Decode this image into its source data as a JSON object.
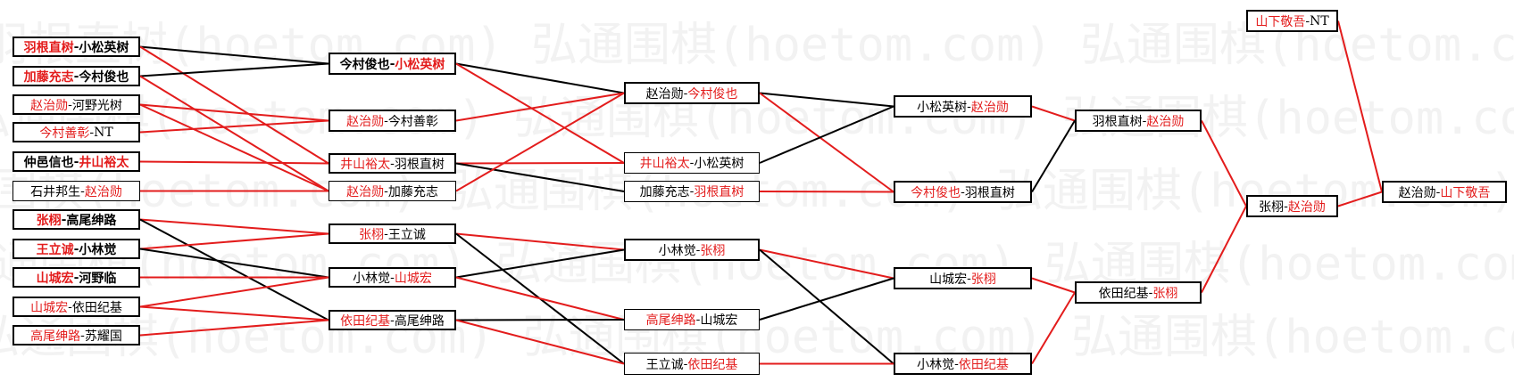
{
  "watermark": {
    "lines": [
      "  羽根直树(hoetom.com) 弘通围棋(hoetom.com) 弘通围棋(hoetom.com)",
      "弘通围棋(hoetom.com) 弘通围棋(hoetom.com) 弘通围棋(hoetom.com) 弘通围棋",
      "  围棋(hoetom.com) 弘通围棋(hoetom.com) 弘通围棋(hoetom.com) 弘通",
      "弘通围棋(hoetom.com) 弘通围棋(hoetom.com) 弘通围棋(hoetom.com) 弘通围棋",
      "  弘通围棋(hoetom.com) 弘通围棋(hoetom.com) 弘通围棋(hoetom.com)"
    ]
  },
  "colors": {
    "winner": "#e31c1c",
    "loser": "#000000",
    "winner_line": "#e31c1c",
    "loser_line": "#000000"
  },
  "rounds": [
    {
      "matches": [
        {
          "id": "r1m1",
          "p1": "羽根直树",
          "p2": "小松英树",
          "winner": 1
        },
        {
          "id": "r1m2",
          "p1": "加藤充志",
          "p2": "今村俊也",
          "winner": 1
        },
        {
          "id": "r1m3",
          "p1": "赵治勋",
          "p2": "河野光树",
          "winner": 1
        },
        {
          "id": "r1m4",
          "p1": "今村善彰",
          "p2": "NT",
          "winner": 1
        },
        {
          "id": "r1m5",
          "p1": "仲邑信也",
          "p2": "井山裕太",
          "winner": 2
        },
        {
          "id": "r1m6",
          "p1": "石井邦生",
          "p2": "赵治勋",
          "winner": 2
        },
        {
          "id": "r1m7",
          "p1": "张栩",
          "p2": "高尾绅路",
          "winner": 1
        },
        {
          "id": "r1m8",
          "p1": "王立诚",
          "p2": "小林觉",
          "winner": 1
        },
        {
          "id": "r1m9",
          "p1": "山城宏",
          "p2": "河野临",
          "winner": 1
        },
        {
          "id": "r1m10",
          "p1": "山城宏",
          "p2": "依田纪基",
          "winner": 1
        },
        {
          "id": "r1m11",
          "p1": "高尾绅路",
          "p2": "苏耀国",
          "winner": 1
        }
      ]
    },
    {
      "matches": [
        {
          "id": "r2m1",
          "p1": "今村俊也",
          "p2": "小松英树",
          "winner": 2
        },
        {
          "id": "r2m2",
          "p1": "赵治勋",
          "p2": "今村善彰",
          "winner": 1
        },
        {
          "id": "r2m3",
          "p1": "井山裕太",
          "p2": "羽根直树",
          "winner": 1
        },
        {
          "id": "r2m4",
          "p1": "赵治勋",
          "p2": "加藤充志",
          "winner": 1
        },
        {
          "id": "r2m5",
          "p1": "张栩",
          "p2": "王立诚",
          "winner": 1
        },
        {
          "id": "r2m6",
          "p1": "小林觉",
          "p2": "山城宏",
          "winner": 2
        },
        {
          "id": "r2m7",
          "p1": "依田纪基",
          "p2": "高尾绅路",
          "winner": 1
        }
      ]
    },
    {
      "matches": [
        {
          "id": "r3m1",
          "p1": "赵治勋",
          "p2": "今村俊也",
          "winner": 2
        },
        {
          "id": "r3m2",
          "p1": "井山裕太",
          "p2": "小松英树",
          "winner": 1
        },
        {
          "id": "r3m3",
          "p1": "加藤充志",
          "p2": "羽根直树",
          "winner": 2
        },
        {
          "id": "r3m4",
          "p1": "小林觉",
          "p2": "张栩",
          "winner": 2
        },
        {
          "id": "r3m5",
          "p1": "高尾绅路",
          "p2": "山城宏",
          "winner": 1
        },
        {
          "id": "r3m6",
          "p1": "王立诚",
          "p2": "依田纪基",
          "winner": 2
        }
      ]
    },
    {
      "matches": [
        {
          "id": "r4m1",
          "p1": "小松英树",
          "p2": "赵治勋",
          "winner": 2
        },
        {
          "id": "r4m2",
          "p1": "今村俊也",
          "p2": "羽根直树",
          "winner": 1
        },
        {
          "id": "r4m3",
          "p1": "山城宏",
          "p2": "张栩",
          "winner": 2
        },
        {
          "id": "r4m4",
          "p1": "小林觉",
          "p2": "依田纪基",
          "winner": 2
        }
      ]
    },
    {
      "matches": [
        {
          "id": "r5m1",
          "p1": "羽根直树",
          "p2": "赵治勋",
          "winner": 2
        },
        {
          "id": "r5m2",
          "p1": "依田纪基",
          "p2": "张栩",
          "winner": 2
        }
      ]
    },
    {
      "matches": [
        {
          "id": "r6m1",
          "p1": "张栩",
          "p2": "赵治勋",
          "winner": 2
        },
        {
          "id": "r6m2",
          "p1": "山下敬吾",
          "p2": "NT",
          "winner": 1
        }
      ]
    },
    {
      "matches": [
        {
          "id": "r7m1",
          "p1": "赵治勋",
          "p2": "山下敬吾",
          "winner": 2
        }
      ]
    }
  ]
}
